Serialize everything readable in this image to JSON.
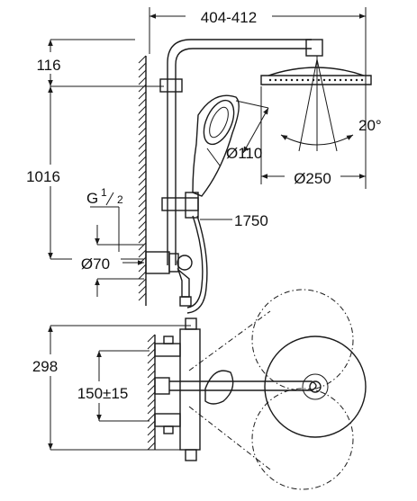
{
  "dimensions": {
    "top_width": "404-412",
    "height_116": "116",
    "height_1016": "1016",
    "thread_g": "G",
    "thread_frac_num": "1",
    "thread_frac_den": "2",
    "dia_70": "Ø70",
    "dia_110": "Ø110",
    "dia_250": "Ø250",
    "angle": "20°",
    "hose": "1750",
    "height_298": "298",
    "spacing": "150±15"
  },
  "colors": {
    "line": "#1a1a1a",
    "background": "#ffffff"
  }
}
